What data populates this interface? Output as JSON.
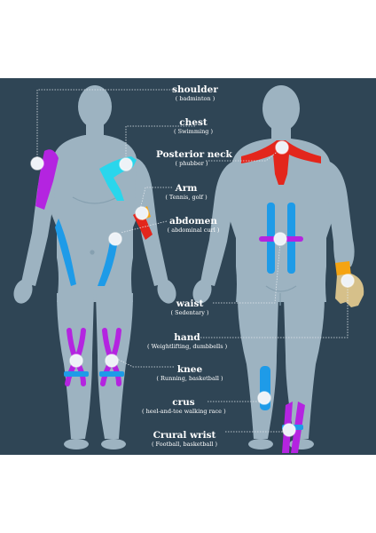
{
  "colors": {
    "background": "#2f4555",
    "body": "#9db3c1",
    "purple": "#b424e0",
    "blue": "#1e9be8",
    "cyan": "#2ad6ec",
    "red": "#e3261c",
    "orange": "#f5a413",
    "tan": "#d6c08a",
    "marker": "#eef2f7",
    "leader": "#e0e6ec"
  },
  "labels": {
    "shoulder": {
      "title": "shoulder",
      "sub": "( badminton )"
    },
    "chest": {
      "title": "chest",
      "sub": "( Swimming )"
    },
    "posterior_neck": {
      "title": "Posterior neck",
      "sub": "( phubber )"
    },
    "arm": {
      "title": "Arm",
      "sub": "( Tennis, golf )"
    },
    "abdomen": {
      "title": "abdomen",
      "sub": "( abdominal curl )"
    },
    "waist": {
      "title": "waist",
      "sub": "( Sedentary )"
    },
    "hand": {
      "title": "hand",
      "sub": "( Weightlifting, dumbbells )"
    },
    "knee": {
      "title": "knee",
      "sub": "( Running, basketball )"
    },
    "crus": {
      "title": "crus",
      "sub": "( heel-and-toe walking race )"
    },
    "crural_wrist": {
      "title": "Crural wrist",
      "sub": "( Football, basketball )"
    }
  }
}
